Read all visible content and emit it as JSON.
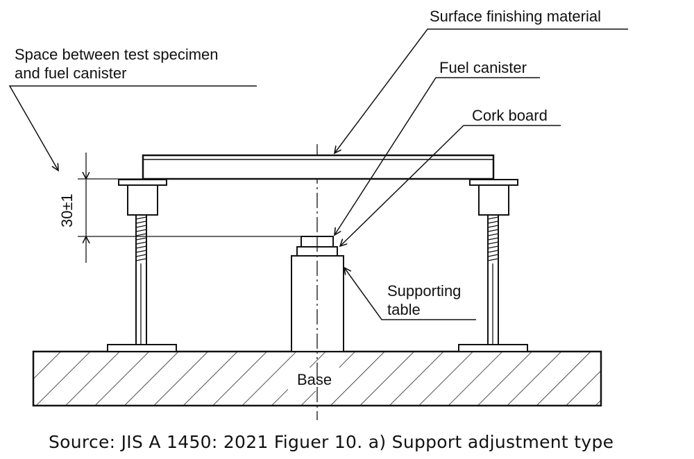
{
  "labels": {
    "surface_finishing_material": "Surface finishing material",
    "space_line1": "Space between test specimen",
    "space_line2": "and fuel canister",
    "fuel_canister": "Fuel canister",
    "cork_board": "Cork board",
    "supporting_line1": "Supporting",
    "supporting_line2": "table",
    "base": "Base",
    "dimension": "30±1"
  },
  "caption": "Source: JIS A 1450: 2021 Figuer 10. a) Support adjustment type"
}
